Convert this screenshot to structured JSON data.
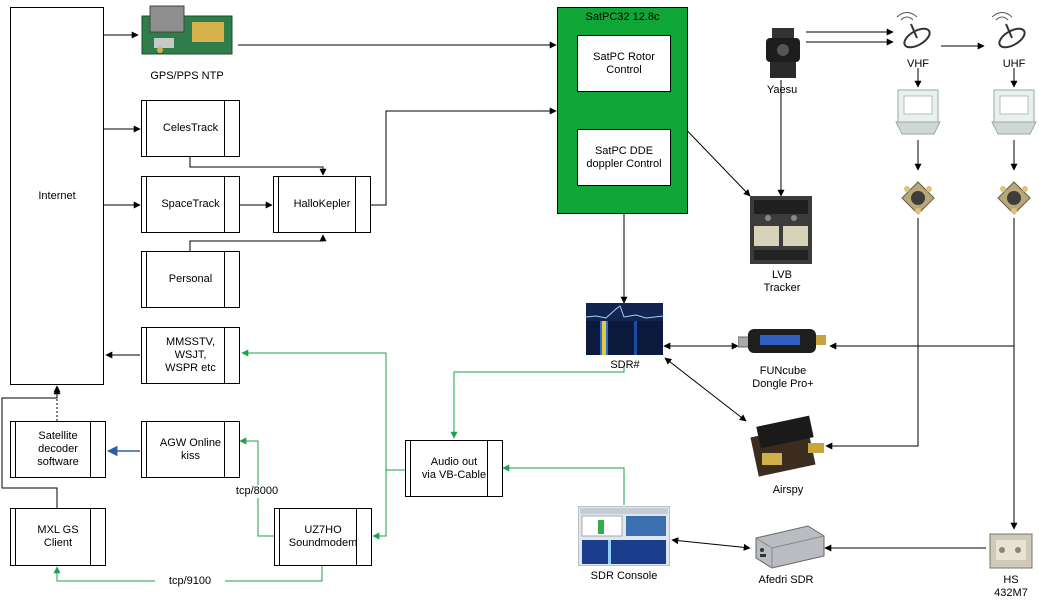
{
  "nodes": {
    "internet": "Internet",
    "celestrack": "CelesTrack",
    "spacetrack": "SpaceTrack",
    "hallokepler": "HalloKepler",
    "personal": "Personal",
    "mmsstv": "MMSSTV,\nWSJT,\nWSPR etc",
    "sat_decoder": "Satellite\ndecoder\nsoftware",
    "agw": "AGW Online\nkiss",
    "audio_out": "Audio out\nvia VB-Cable",
    "mxl": "MXL GS\nClient",
    "uz7ho": "UZ7HO\nSoundmodem",
    "satpc_title": "SatPC32 12.8c",
    "satpc_rotor": "SatPC Rotor\nControl",
    "satpc_dde": "SatPC DDE\ndoppler Control"
  },
  "devices": {
    "gps": "GPS/PPS NTP",
    "yaesu": "Yaesu",
    "vhf": "VHF",
    "uhf": "UHF",
    "lvb": "LVB\nTracker",
    "sdrsharp": "SDR#",
    "funcube": "FUNcube\nDongle Pro+",
    "airspy": "Airspy",
    "sdr_console": "SDR Console",
    "afedri": "Afedri SDR",
    "hs": "HS\n432M7"
  },
  "edge_labels": {
    "tcp8000": "tcp/8000",
    "tcp9100": "tcp/9100"
  },
  "colors": {
    "satpc_fill": "#0fa638",
    "audio_link": "#1ca24a",
    "kiss_link": "#2a5fa8",
    "default_link": "#000000"
  }
}
